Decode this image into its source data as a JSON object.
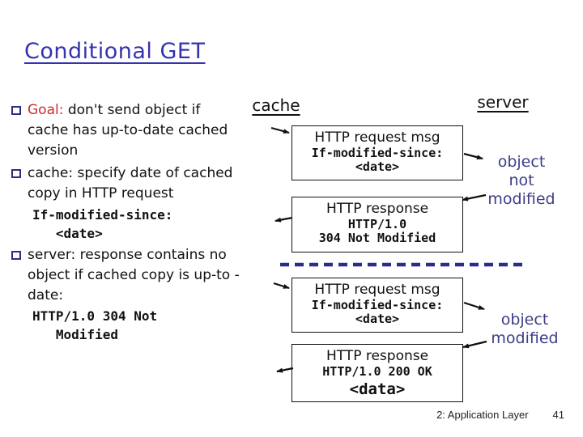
{
  "slide": {
    "title": "Conditional GET",
    "footer": {
      "section": "2: Application Layer",
      "page": "41"
    }
  },
  "bullets": {
    "goal_lead": "Goal: ",
    "goal_rest": "don't send object if cache has up-to-date cached version",
    "cache_text": "cache: specify date of cached copy in HTTP request",
    "server_text": "server: response contains no object if cached copy is up-to -date:",
    "code_if_modified": "If-modified-since:\n   <date>",
    "code_304": "HTTP/1.0 304 Not\n   Modified"
  },
  "diagram": {
    "cache_label": "cache",
    "server_label": "server",
    "box1": {
      "title": "HTTP request msg",
      "line1": "If-modified-since:",
      "line2": "<date>"
    },
    "box2": {
      "title": "HTTP response",
      "line1": "HTTP/1.0",
      "line2": "304 Not Modified"
    },
    "box3": {
      "title": "HTTP request msg",
      "line1": "If-modified-since:",
      "line2": "<date>"
    },
    "box4": {
      "title": "HTTP response",
      "line1": "HTTP/1.0 200 OK",
      "line2": "<data>"
    },
    "annotation_top": "object\nnot\nmodified",
    "annotation_bottom": "object\nmodified"
  },
  "colors": {
    "title_blue": "#3434b0",
    "goal_red": "#cc2b2b",
    "bullet_navy": "#2e2e80",
    "annotation_blue": "#3d3d88",
    "dash_blue": "#2b2b90",
    "line_black": "#111111"
  }
}
